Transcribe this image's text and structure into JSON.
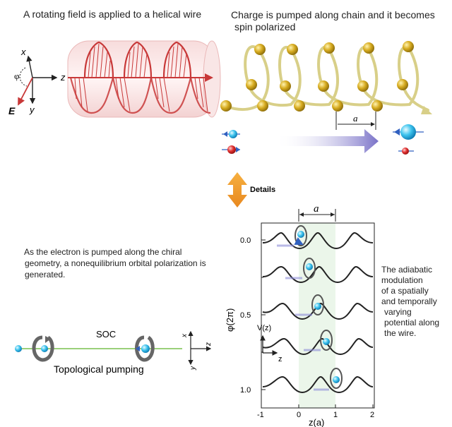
{
  "titles": {
    "top_left": "A rotating field is applied to a helical wire",
    "top_right_line1": "Charge is pumped along chain and it becomes",
    "top_right_line2": "spin polarized"
  },
  "axes_top_left": {
    "x": "x",
    "y": "y",
    "z": "z",
    "phi": "φ",
    "field": "E"
  },
  "chain_label": "a",
  "details_label": "Details",
  "left_text": {
    "line1": "As the electron is pumped along the chiral",
    "line2": "geometry, a nonequilibrium orbital polarization is",
    "line3": "generated."
  },
  "bottom_left": {
    "soc": "SOC",
    "caption": "Topological pumping",
    "axis_x": "x",
    "axis_y": "y",
    "axis_z": "z"
  },
  "plot": {
    "top_label": "a",
    "ylabel": "φ(2π)",
    "xlabel": "z(a)",
    "y_ticks": [
      "0.0",
      "0.5",
      "1.0"
    ],
    "x_ticks": [
      "-1",
      "0",
      "1",
      "2"
    ],
    "vz_label": "V(z)",
    "z_label": "z"
  },
  "right_text": {
    "line1": "The adiabatic",
    "line2": "modulation",
    "line3": "of a spatially",
    "line4": "and temporally",
    "line5": "varying",
    "line6": "potential along",
    "line7": "the wire."
  },
  "colors": {
    "red": "#c83838",
    "gold": "#c9a21a",
    "cyan": "#38c0ec",
    "arrow_purple": "#7a72c8",
    "orange": "#f0a030",
    "green_line": "#9ad07a"
  }
}
